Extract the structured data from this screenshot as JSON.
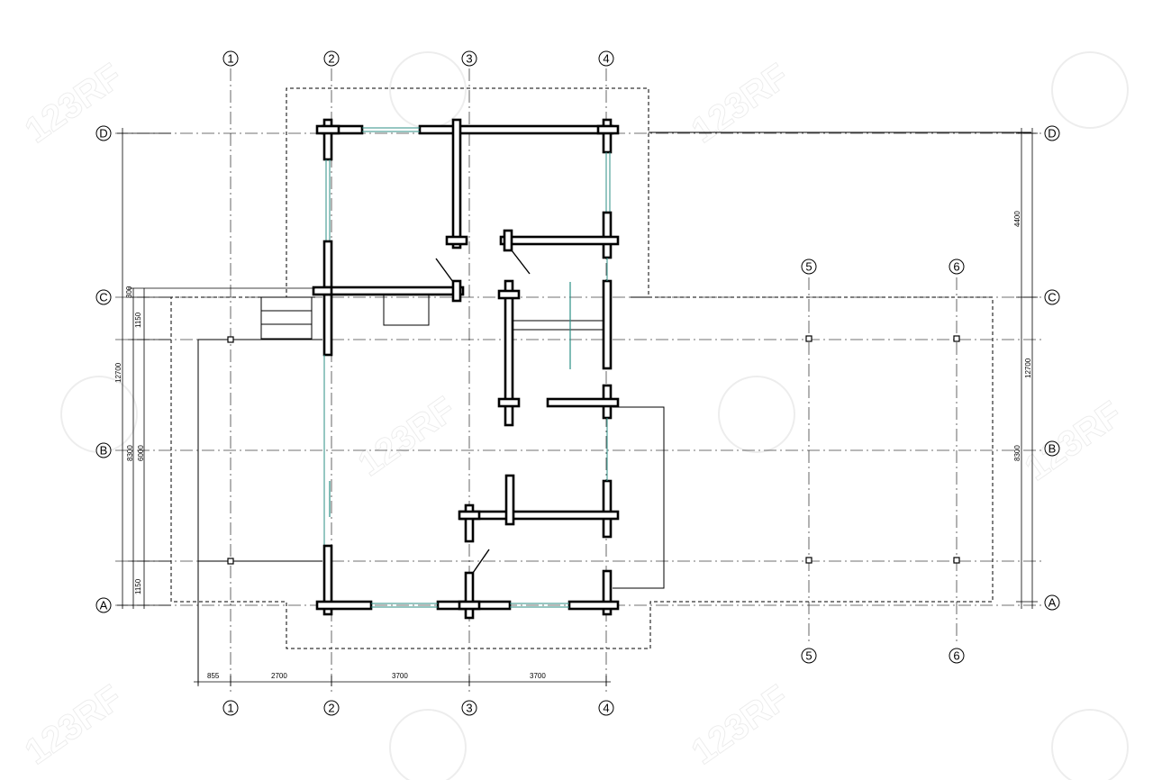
{
  "watermark": {
    "text": "123RF"
  },
  "grid_labels": {
    "col1": "1",
    "col2": "2",
    "col3": "3",
    "col4": "4",
    "col5": "5",
    "col6": "6",
    "rowA": "A",
    "rowB": "B",
    "rowC": "C",
    "rowD": "D"
  },
  "dimensions": {
    "bottom": {
      "d855": "855",
      "d2700": "2700",
      "d3700a": "3700",
      "d3700b": "3700"
    },
    "left": {
      "d300": "300",
      "d1150a": "1150",
      "d12700": "12700",
      "d8300": "8300",
      "d6000": "6000",
      "d1150b": "1150"
    },
    "right": {
      "d4400": "4400",
      "d12700": "12700",
      "d8300": "8300"
    }
  }
}
